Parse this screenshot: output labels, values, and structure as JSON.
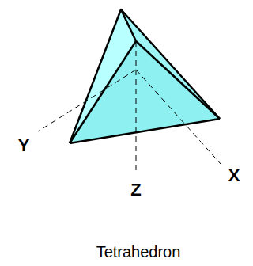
{
  "diagram": {
    "caption": "Tetrahedron",
    "labels": [
      "Y",
      "X",
      "Z"
    ]
  }
}
